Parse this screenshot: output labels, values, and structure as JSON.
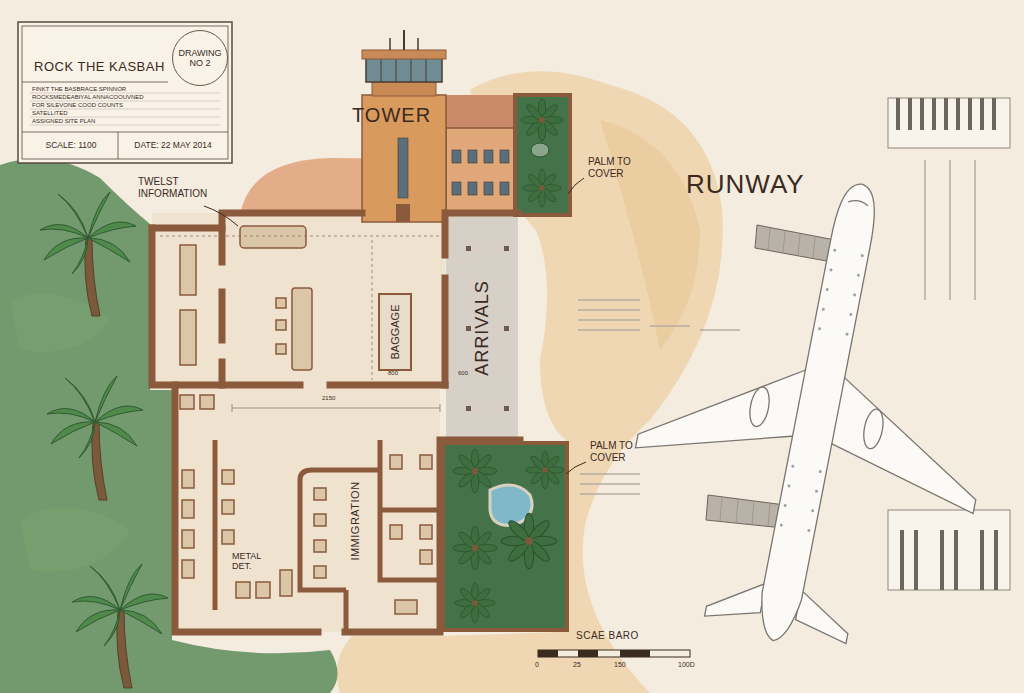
{
  "diagram": {
    "title": "ROCK THE KASBAH",
    "nodes": [
      {
        "text": [
          "DRAWING NO 2"
        ]
      },
      {
        "text": [
          "SCALE: 1100"
        ]
      },
      {
        "text": [
          "DATE: 22 MAY 2014"
        ]
      },
      {
        "text": [
          "BAGGAGE"
        ]
      },
      {
        "text": [
          "ARRIVALS"
        ]
      }
    ],
    "labels": [
      "FINKT THE BASBRACE SPINNOR",
      "ROCKSMEDEABIYAL ANNACOOUVNED",
      "FOR SILEVONE COOD COUNTS",
      "SATELLITED",
      "ASSIGNED SITE PLAN",
      "TOWER",
      "TWELST INFORMATION",
      "PALM TO COVER",
      "PALM TO COVER",
      "RUNWAY",
      "IMMIGRATION",
      "METAL DET.",
      "2150",
      "800",
      "600",
      "SCAE BARO",
      "0",
      "25",
      "150",
      "100D"
    ]
  }
}
